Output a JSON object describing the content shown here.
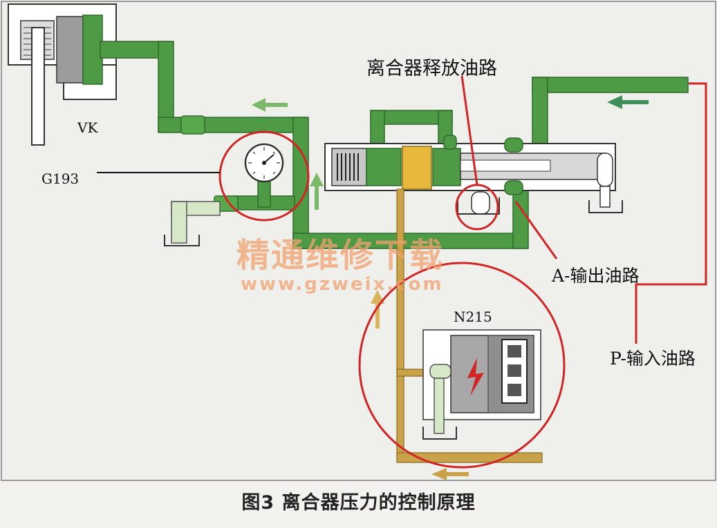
{
  "labels": {
    "vk": "VK",
    "g193": "G193",
    "release_path": "离合器释放油路",
    "output_path": "A-输出油路",
    "n215": "N215",
    "input_path": "P-输入油路"
  },
  "watermark": {
    "title": "精通维修下载",
    "url": "www.gzweix.com"
  },
  "caption": "图3 离合器压力的控制原理",
  "colors": {
    "green_oil": "#4f9a45",
    "green_dark": "#2d6a2a",
    "yellow_oil": "#c9a24a",
    "red_line": "#d22424",
    "watermark": "#f0a070",
    "panel_border": "#8a8a8a"
  }
}
